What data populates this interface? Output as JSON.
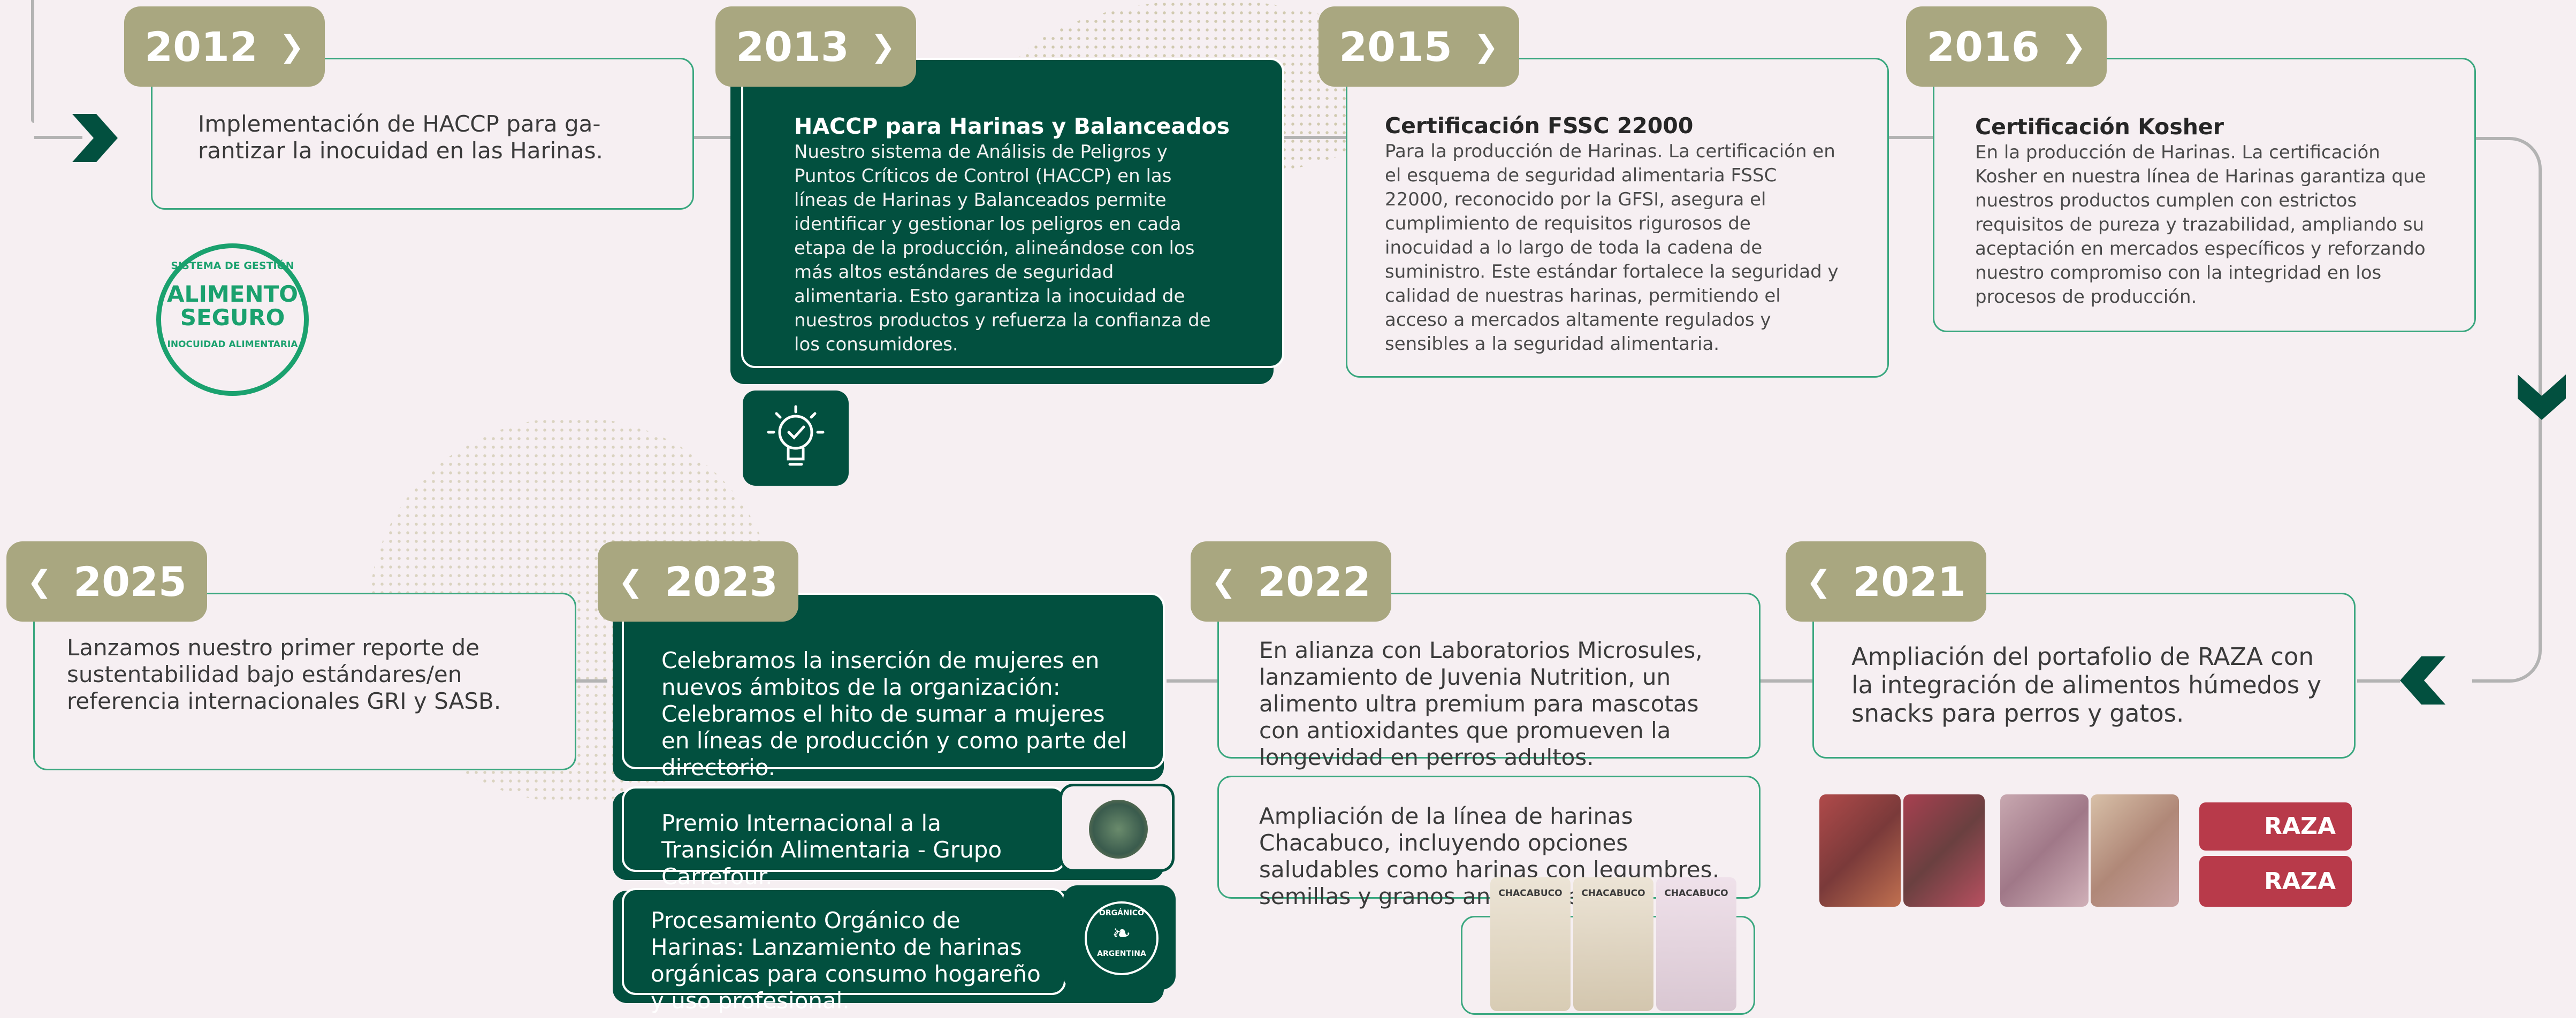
{
  "colors": {
    "accent_dark": "#02503f",
    "accent_green": "#3aa77f",
    "tab": "#a9a780",
    "background": "#f6eff2"
  },
  "row1": [
    {
      "year": "2012",
      "text": "Implementación de HACCP para ga-rantizar la inocuidad en las Harinas."
    },
    {
      "year": "2013",
      "title": "HACCP para Harinas  y Balanceados",
      "text": "Nuestro sistema de Análisis de Peligros y Puntos Críticos de Control (HACCP) en las líneas de Harinas y Balanceados permite identificar y gestionar los peligros en cada etapa de la producción, alineándose con los más altos estándares de seguridad alimentaria. Esto garantiza la inocuidad de nuestros productos y refuerza la confianza de los consumidores."
    },
    {
      "year": "2015",
      "title": "Certificación FSSC 22000",
      "text": "Para la producción de Harinas. La certificación en el esquema de seguridad alimentaria FSSC 22000, reconocido por la GFSI, asegura el cumplimiento de requisitos rigurosos de inocuidad a lo largo de toda la cadena de suministro. Este estándar fortalece la seguridad y calidad de nuestras harinas, permitiendo el acceso a mercados altamente regulados y sensibles a la seguridad alimentaria."
    },
    {
      "year": "2016",
      "title": "Certificación Kosher",
      "text": "En la producción de Harinas. La certificación Kosher en nuestra línea de Harinas garantiza que nuestros productos cumplen con estrictos requisitos de pureza y trazabilidad, ampliando su aceptación en mercados específicos y reforzando nuestro compromiso con la integridad en los procesos de producción."
    }
  ],
  "row2": [
    {
      "year": "2025",
      "text": "Lanzamos nuestro primer reporte de sustentabilidad bajo estándares/en referencia internacionales GRI y SASB."
    },
    {
      "year": "2023",
      "text": "Celebramos la inserción de mujeres en nuevos ámbitos de la organización: Celebramos el hito de sumar a mujeres en líneas de producción y como parte del directorio.",
      "extra": [
        {
          "text": "Premio Internacional a la Transición Alimentaria - Grupo Carrefour."
        },
        {
          "text": "Procesamiento Orgánico de Harinas: Lanzamiento de harinas orgánicas para consumo hogareño y uso profesional."
        }
      ]
    },
    {
      "year": "2022",
      "text": "En alianza con Laboratorios Microsules, lanzamiento de Juvenia Nutrition, un alimento ultra premium para mascotas con antioxidantes que promueven la longevidad en perros adultos.",
      "extra": [
        {
          "text": "Ampliación de la línea de harinas Chacabuco, incluyendo opciones saludables como harinas con legumbres, semillas y granos ancestrales."
        }
      ]
    },
    {
      "year": "2021",
      "text": "Ampliación del portafolio de RAZA con la integración de alimentos húmedos y snacks para perros y gatos."
    }
  ],
  "badges": {
    "alimento_seguro": {
      "top": "SISTEMA DE GESTIÓN",
      "main1": "ALIMENTO",
      "main2": "SEGURO",
      "bottom": "INOCUIDAD ALIMENTARIA"
    },
    "organico": {
      "top": "ORGÁNICO",
      "bottom": "ARGENTINA"
    },
    "raza": "RAZA",
    "chacabuco": "CHACABUCO"
  },
  "icons": [
    "chevron-right-icon",
    "chevron-left-icon",
    "chevron-down-icon",
    "arrow-right-icon",
    "lightbulb-check-icon",
    "leaf-icon"
  ]
}
